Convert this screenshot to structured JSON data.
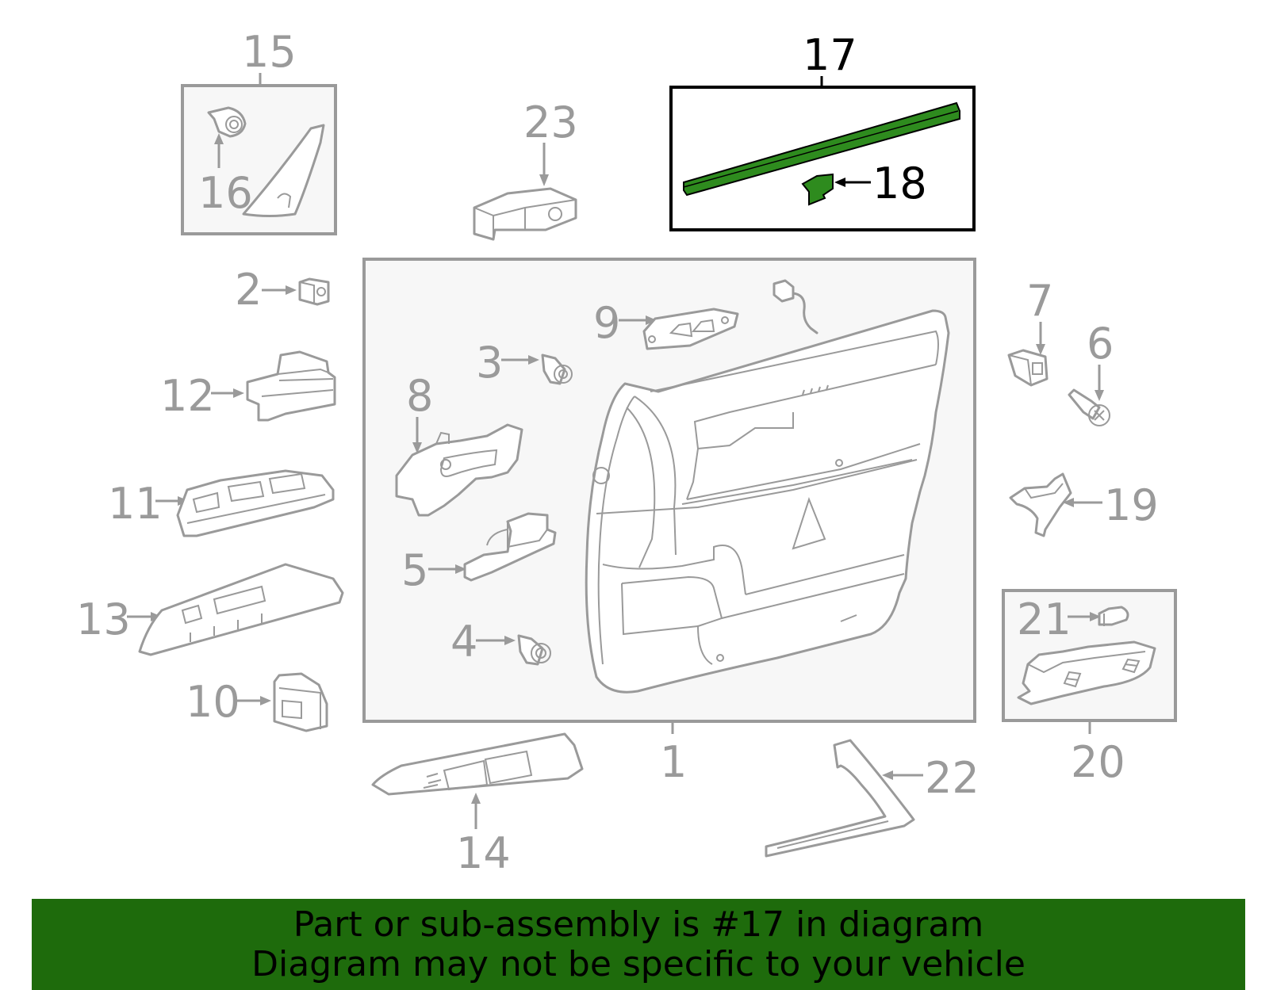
{
  "colors": {
    "part_gray": "#9a9a9a",
    "highlight_green": "#2e8b1e",
    "banner_green": "#1e6b0c",
    "highlight_stroke": "#000000"
  },
  "highlighted_part": "17",
  "labels": {
    "p1": "1",
    "p2": "2",
    "p3": "3",
    "p4": "4",
    "p5": "5",
    "p6": "6",
    "p7": "7",
    "p8": "8",
    "p9": "9",
    "p10": "10",
    "p11": "11",
    "p12": "12",
    "p13": "13",
    "p14": "14",
    "p15": "15",
    "p16": "16",
    "p17": "17",
    "p18": "18",
    "p19": "19",
    "p20": "20",
    "p21": "21",
    "p22": "22",
    "p23": "23"
  },
  "banner": {
    "line1": "Part or sub-assembly is #17 in diagram",
    "line2": "Diagram may not be specific to your vehicle"
  }
}
